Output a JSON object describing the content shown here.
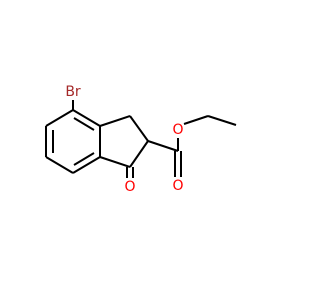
{
  "molecule": {
    "atoms": {
      "br": "Br",
      "o_ketone": "O",
      "o_ester": "O",
      "o_carbonyl": "O"
    }
  },
  "colors": {
    "bond": "#000000",
    "bromine": "#a52a2a",
    "oxygen": "#ff0000",
    "background": "#ffffff"
  }
}
